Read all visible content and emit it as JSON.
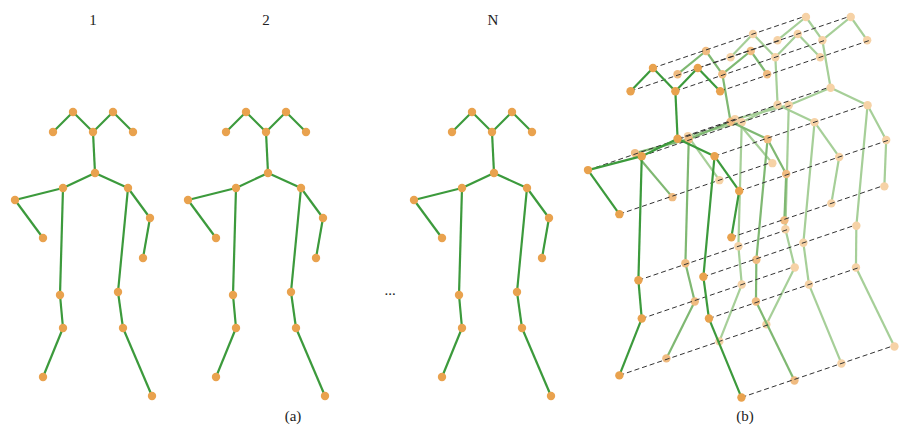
{
  "diagram": {
    "labels": [
      "1",
      "2",
      "N",
      "...",
      "(a)",
      "(b)"
    ]
  }
}
